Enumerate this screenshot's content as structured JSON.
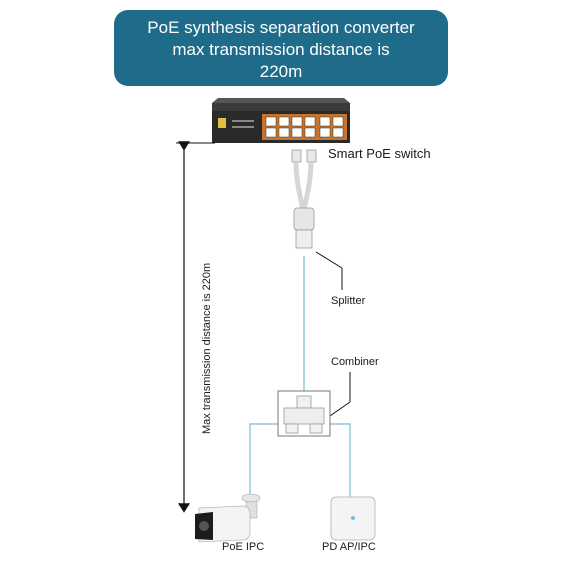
{
  "title": {
    "line1": "PoE synthesis separation converter",
    "line2": "max transmission distance is",
    "line3": "220m"
  },
  "labels": {
    "switch": "Smart PoE switch",
    "splitter": "Splitter",
    "combiner": "Combiner",
    "distance": "Max transmission distance is 220m",
    "camera": "PoE IPC",
    "access_point": "PD AP/IPC"
  },
  "colors": {
    "banner": "#1f6b8a",
    "cable": "#8fc4dc",
    "switch_body": "#2a2a2a",
    "switch_panel": "#c8742e",
    "port_color": "#ffffff"
  },
  "icons": [
    "switch-icon",
    "splitter-icon",
    "combiner-icon",
    "camera-icon",
    "access-point-icon",
    "distance-arrow-icon"
  ]
}
